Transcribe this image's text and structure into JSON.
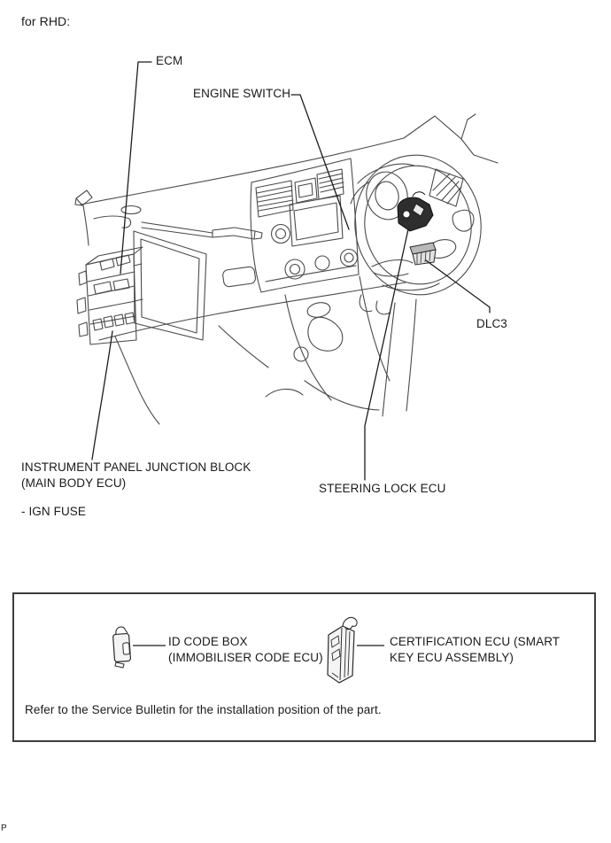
{
  "page": {
    "heading": "for RHD:",
    "footer_marker": "P"
  },
  "diagram": {
    "labels": {
      "ecm": "ECM",
      "engine_switch": "ENGINE SWITCH",
      "dlc3": "DLC3",
      "junction_block_line1": "INSTRUMENT PANEL JUNCTION BLOCK",
      "junction_block_line2": "(MAIN BODY ECU)",
      "ign_fuse": "- IGN FUSE",
      "steering_lock_ecu": "STEERING LOCK ECU"
    }
  },
  "legend_box": {
    "items": [
      {
        "icon": "id-code-box-icon",
        "line1": "ID CODE BOX",
        "line2": "(IMMOBILISER CODE ECU)"
      },
      {
        "icon": "certification-ecu-icon",
        "line1": "CERTIFICATION ECU (SMART",
        "line2": "KEY ECU ASSEMBLY)"
      }
    ],
    "note": "Refer to the Service Bulletin for the installation position of the part."
  },
  "colors": {
    "background": "#ffffff",
    "line_art": "#4a4a4a",
    "leader_line": "#1c1c1c",
    "text": "#1a1a1a",
    "box_border": "#3d3d3d"
  }
}
